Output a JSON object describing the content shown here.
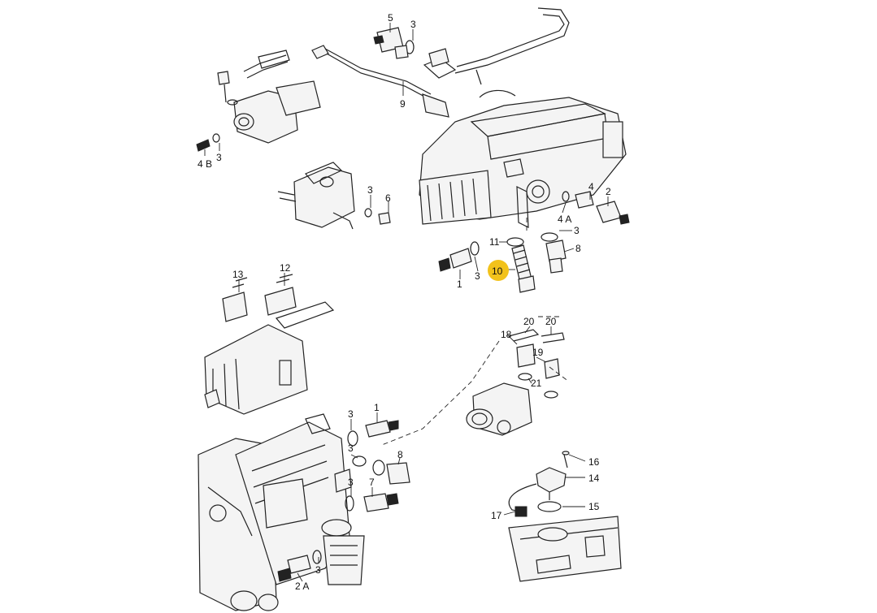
{
  "highlight_color": "#f2c21b",
  "labels": {
    "l5": "5",
    "l3a": "3",
    "l9": "9",
    "l4b": "4 B",
    "l3b": "3",
    "l3c": "3",
    "l6": "6",
    "l4": "4",
    "l2": "2",
    "l4a": "4 A",
    "l3d": "3",
    "l11": "11",
    "l8a": "8",
    "l10": "10",
    "l1a": "1",
    "l3e": "3",
    "l13": "13",
    "l12": "12",
    "l20a": "20",
    "l20b": "20",
    "l18": "18",
    "l19": "19",
    "l21": "21",
    "l3f": "3",
    "l1b": "1",
    "l3g": "3",
    "l8b": "8",
    "l3h": "3",
    "l7": "7",
    "l2a": "2 A",
    "l3i": "3",
    "l16": "16",
    "l14": "14",
    "l15": "15",
    "l17": "17"
  }
}
